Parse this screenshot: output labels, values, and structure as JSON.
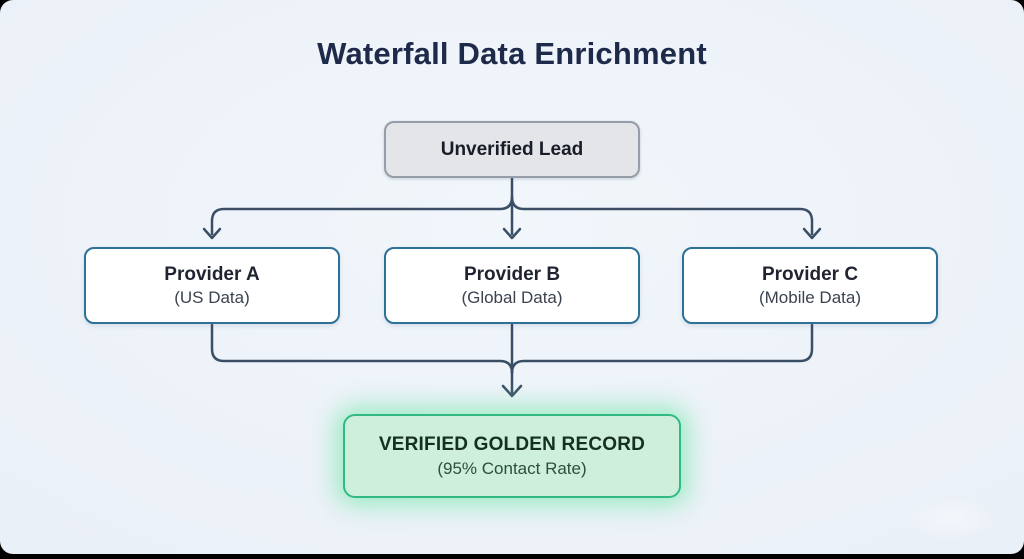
{
  "title": "Waterfall Data Enrichment",
  "nodes": {
    "lead": {
      "label": "Unverified Lead"
    },
    "provider_a": {
      "title": "Provider A",
      "subtitle": "(US Data)"
    },
    "provider_b": {
      "title": "Provider B",
      "subtitle": "(Global Data)"
    },
    "provider_c": {
      "title": "Provider C",
      "subtitle": "(Mobile Data)"
    },
    "golden_record": {
      "title": "VERIFIED GOLDEN RECORD",
      "subtitle": "(95% Contact Rate)"
    }
  },
  "colors": {
    "bg-center": "#f1f6fb",
    "bg-edge": "#e9eff7",
    "title-color": "#1e2a4a",
    "lead-fill": "#e3e5e8",
    "lead-border": "#959da8",
    "provider-fill": "#ffffff",
    "provider-border": "#2e7096",
    "golden-fill": "#cdefdc",
    "golden-border": "#2fbb82",
    "golden-glow": "rgba(118,230,170,0.65)",
    "arrow-color": "#3a4f66"
  }
}
